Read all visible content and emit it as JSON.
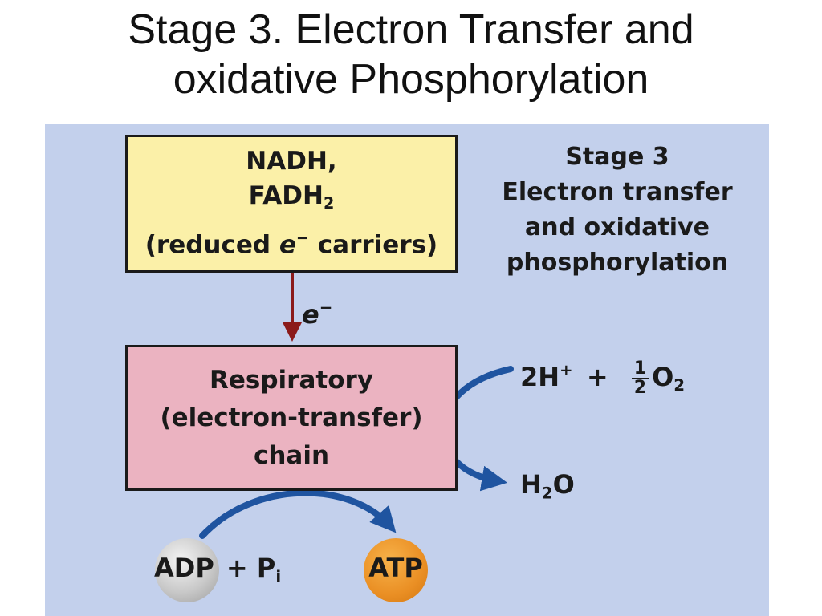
{
  "title": {
    "line1": "Stage 3. Electron Transfer and",
    "line2": "oxidative Phosphorylation"
  },
  "carriers_box": {
    "line1": "NADH,",
    "line2_main": "FADH",
    "line2_sub": "2",
    "line3_pre": "(reduced ",
    "line3_e": "e",
    "line3_sup": "−",
    "line3_post": " carriers)"
  },
  "electron_label": {
    "main": "e",
    "sup": "−"
  },
  "chain_box": {
    "line1": "Respiratory",
    "line2": "(electron-transfer)",
    "line3": "chain"
  },
  "stage_label": {
    "line1": "Stage 3",
    "line2": "Electron transfer",
    "line3": "and oxidative",
    "line4": "phosphorylation"
  },
  "reactant": {
    "h_main": "2H",
    "h_sup": "+",
    "plus": "+",
    "frac_num": "1",
    "frac_den": "2",
    "o_main": "O",
    "o_sub": "2"
  },
  "product": {
    "main": "H",
    "sub": "2",
    "tail": "O"
  },
  "adp": {
    "adp": "ADP",
    "plus": "+ P",
    "sub": "i"
  },
  "atp": {
    "label": "ATP"
  },
  "colors": {
    "panel_bg": "#c3d0ec",
    "carriers_box": "#fbf0a8",
    "chain_box": "#ebb3c1",
    "electron_arrow": "#8b1a1a",
    "blue_arrow": "#1f54a0",
    "adp_circle": "#c9c9c9",
    "atp_circle": "#ea8f24"
  }
}
